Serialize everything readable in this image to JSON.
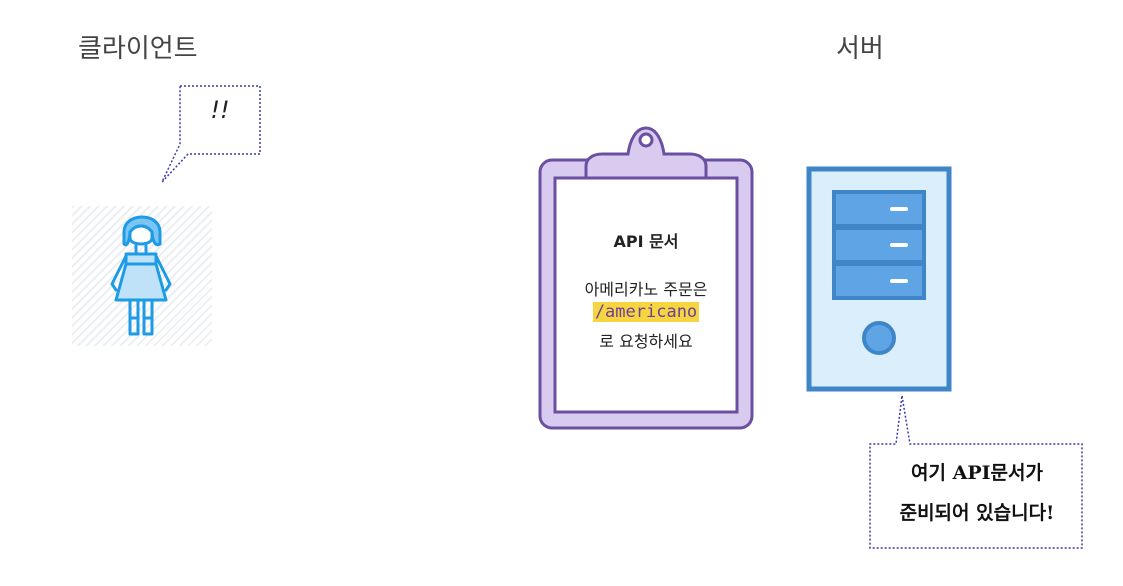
{
  "labels": {
    "client": "클라이언트",
    "server": "서버"
  },
  "client_bubble": {
    "text": "!!"
  },
  "api_doc": {
    "title": "API 문서",
    "line1": "아메리카노 주문은",
    "endpoint": "/americano",
    "line3": "로 요청하세요"
  },
  "server_bubble": {
    "line1": "여기 API문서가",
    "line2": "준비되어 있습니다!"
  },
  "colors": {
    "clipboard_border": "#6b4fa0",
    "clipboard_fill": "#d8cbef",
    "server_border": "#3f86c8",
    "server_fill": "#dbeefc",
    "highlight": "#f5d640",
    "person": "#1e9be6",
    "bubble_border": "#3a3aa8"
  }
}
